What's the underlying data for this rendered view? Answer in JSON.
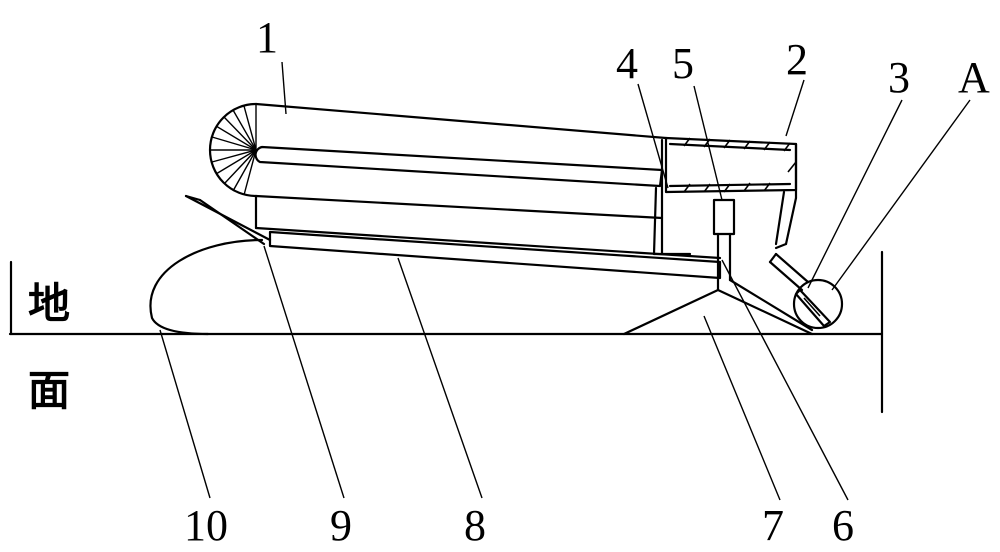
{
  "ground": {
    "char_top": "地",
    "char_bottom": "面"
  },
  "labels": {
    "l1": "1",
    "l2": "2",
    "l3": "3",
    "l4": "4",
    "l5": "5",
    "l6": "6",
    "l7": "7",
    "l8": "8",
    "l9": "9",
    "l10": "10",
    "lA": "A"
  }
}
